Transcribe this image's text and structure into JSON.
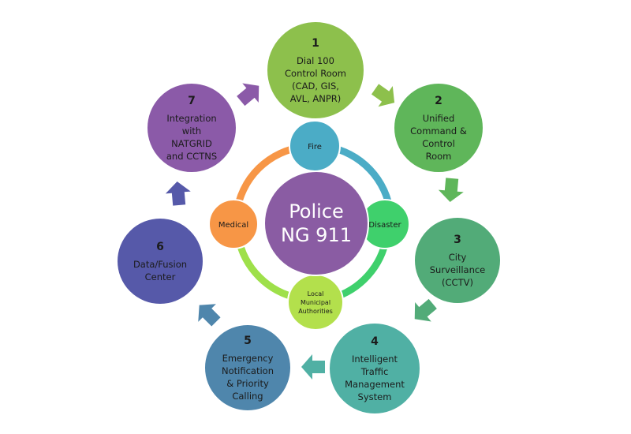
{
  "center": {
    "lines": [
      "Police",
      "NG 911"
    ],
    "color": "#8a5ca3"
  },
  "ring_nodes": [
    {
      "id": "fire",
      "lines": [
        "Fire"
      ],
      "color": "#4bacc6"
    },
    {
      "id": "disaster",
      "lines": [
        "Disaster"
      ],
      "color": "#3fd06c"
    },
    {
      "id": "local",
      "lines": [
        "Local",
        "Municipal",
        "Authorities"
      ],
      "color": "#b3e04c"
    },
    {
      "id": "medical",
      "lines": [
        "Medical"
      ],
      "color": "#f79646"
    }
  ],
  "steps": [
    {
      "number": "1",
      "lines": [
        "Dial 100",
        "Control Room",
        "(CAD, GIS,",
        "AVL, ANPR)"
      ],
      "color": "#8dc04c"
    },
    {
      "number": "2",
      "lines": [
        "Unified",
        "Command &",
        "Control",
        "Room"
      ],
      "color": "#5fb65a"
    },
    {
      "number": "3",
      "lines": [
        "City",
        "Surveillance",
        "(CCTV)"
      ],
      "color": "#52ab78"
    },
    {
      "number": "4",
      "lines": [
        "Intelligent",
        "Traffic",
        "Management",
        "System"
      ],
      "color": "#50b0a4"
    },
    {
      "number": "5",
      "lines": [
        "Emergency",
        "Notification",
        "& Priority",
        "Calling"
      ],
      "color": "#4f86ac"
    },
    {
      "number": "6",
      "lines": [
        "Data/Fusion",
        "Center"
      ],
      "color": "#5659a9"
    },
    {
      "number": "7",
      "lines": [
        "Integration",
        "with",
        "NATGRID",
        "and CCTNS"
      ],
      "color": "#8b5aa8"
    }
  ]
}
